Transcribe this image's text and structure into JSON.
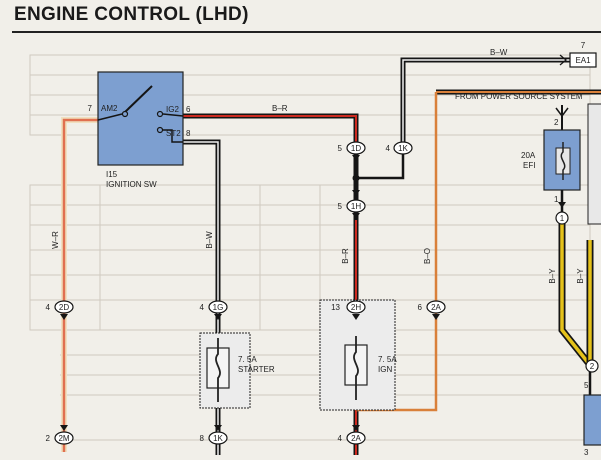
{
  "title": "ENGINE CONTROL (LHD)",
  "ignition_switch": {
    "id": "I15",
    "name": "IGNITION SW",
    "terminals": [
      {
        "pin": "7",
        "name": "AM2"
      },
      {
        "pin": "6",
        "name": "IG2"
      },
      {
        "pin": "8",
        "name": "ST2"
      }
    ]
  },
  "wires": {
    "wr": "W–R",
    "br_top": "B–R",
    "bw_vertical": "B–W",
    "br_vertical": "B–R",
    "bo_vertical": "B–O",
    "by_left": "B–Y",
    "by_right": "B–Y",
    "bw_top": "B–W"
  },
  "connectors": {
    "c1d": {
      "pin": "5",
      "code": "1D"
    },
    "c1k_top": {
      "pin": "4",
      "code": "1K"
    },
    "c1h": {
      "pin": "5",
      "code": "1H"
    },
    "c2d": {
      "pin": "4",
      "code": "2D"
    },
    "c1g": {
      "pin": "4",
      "code": "1G"
    },
    "c2h": {
      "pin": "13",
      "code": "2H"
    },
    "c2a_top": {
      "pin": "6",
      "code": "2A"
    },
    "c2m": {
      "pin": "2",
      "code": "2M"
    },
    "c1k_bot": {
      "pin": "8",
      "code": "1K"
    },
    "c2a_bot": {
      "pin": "4",
      "code": "2A"
    },
    "ea1": {
      "pin": "7",
      "code": "EA1"
    },
    "c1_circle": {
      "code": "1"
    },
    "c2_circle": {
      "code": "2"
    }
  },
  "fuses": {
    "starter": {
      "rating": "7. 5A",
      "name": "STARTER"
    },
    "ign": {
      "rating": "7. 5A",
      "name": "IGN"
    },
    "efi": {
      "rating": "20A",
      "name": "EFI"
    }
  },
  "pins_misc": {
    "efi_top": "2",
    "efi_bottom": "1",
    "right_5": "5",
    "right_3": "3"
  },
  "power_source_label": "FROM POWER SOURCE SYSTEM",
  "colors": {
    "wr_wire": "#e07050",
    "red_wire": "#cc2a20",
    "orange_wire": "#d9803a",
    "yellow_wire": "#e5c21a",
    "blue_component": "#7d9fd0",
    "black_wire": "#151515"
  }
}
